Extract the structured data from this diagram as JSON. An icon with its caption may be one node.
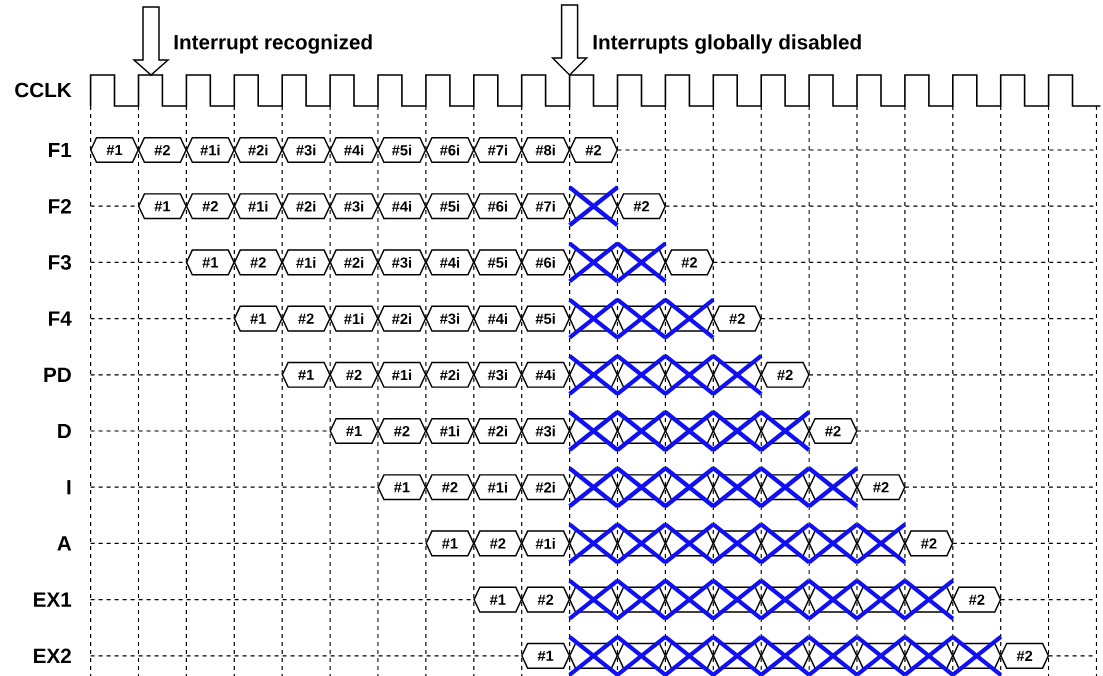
{
  "diagram": {
    "nodes": [
      {
        "text": [
          "#1"
        ]
      },
      {
        "text": [
          "#2"
        ]
      },
      {
        "text": [
          "#1i"
        ]
      },
      {
        "text": [
          "#2i"
        ]
      },
      {
        "text": [
          "#3i"
        ]
      },
      {
        "text": [
          "#4i"
        ]
      },
      {
        "text": [
          "#5i"
        ]
      },
      {
        "text": [
          "#6i"
        ]
      },
      {
        "text": [
          "#7i"
        ]
      },
      {
        "text": [
          "#8i"
        ]
      },
      {
        "text": [
          "#2"
        ]
      },
      {
        "text": [
          "#1"
        ]
      },
      {
        "text": [
          "#2"
        ]
      },
      {
        "text": [
          "#1i"
        ]
      },
      {
        "text": [
          "#2i"
        ]
      },
      {
        "text": [
          "#3i"
        ]
      },
      {
        "text": [
          "#4i"
        ]
      },
      {
        "text": [
          "#5i"
        ]
      },
      {
        "text": [
          "#6i"
        ]
      },
      {
        "text": [
          "#7i"
        ]
      },
      {
        "text": [],
        "shape": "hexagon"
      },
      {
        "text": [
          "#2"
        ]
      },
      {
        "text": [
          "#1"
        ]
      },
      {
        "text": [
          "#2"
        ]
      },
      {
        "text": [
          "#1i"
        ]
      },
      {
        "text": [
          "#2i"
        ]
      },
      {
        "text": [
          "#3i"
        ]
      },
      {
        "text": [
          "#4i"
        ]
      },
      {
        "text": [
          "#5i"
        ]
      },
      {
        "text": [
          "#6i"
        ]
      },
      {
        "text": [],
        "shape": "hexagon"
      },
      {
        "text": [],
        "shape": "hexagon"
      },
      {
        "text": [
          "#2"
        ]
      },
      {
        "text": [
          "#1"
        ]
      },
      {
        "text": [
          "#2"
        ]
      },
      {
        "text": [
          "#1i"
        ]
      },
      {
        "text": [
          "#2i"
        ]
      },
      {
        "text": [
          "#3i"
        ]
      },
      {
        "text": [
          "#4i"
        ]
      },
      {
        "text": [
          "#5i"
        ]
      },
      {
        "text": [],
        "shape": "hexagon"
      },
      {
        "text": [],
        "shape": "hexagon"
      },
      {
        "text": [],
        "shape": "hexagon"
      },
      {
        "text": [
          "#2"
        ]
      },
      {
        "text": [
          "#1"
        ]
      },
      {
        "text": [
          "#2"
        ]
      },
      {
        "text": [
          "#1i"
        ]
      },
      {
        "text": [
          "#2i"
        ]
      },
      {
        "text": [
          "#3i"
        ]
      },
      {
        "text": [
          "#4i"
        ]
      },
      {
        "text": [],
        "shape": "hexagon"
      },
      {
        "text": [],
        "shape": "hexagon"
      },
      {
        "text": [],
        "shape": "hexagon"
      },
      {
        "text": [],
        "shape": "hexagon"
      },
      {
        "text": [
          "#2"
        ]
      },
      {
        "text": [
          "#1"
        ]
      },
      {
        "text": [
          "#2"
        ]
      },
      {
        "text": [
          "#1i"
        ]
      },
      {
        "text": [
          "#2i"
        ]
      },
      {
        "text": [
          "#3i"
        ]
      },
      {
        "text": [],
        "shape": "hexagon"
      },
      {
        "text": [],
        "shape": "hexagon"
      },
      {
        "text": [],
        "shape": "hexagon"
      },
      {
        "text": [],
        "shape": "hexagon"
      },
      {
        "text": [],
        "shape": "hexagon"
      },
      {
        "text": [
          "#2"
        ]
      },
      {
        "text": [
          "#1"
        ]
      },
      {
        "text": [
          "#2"
        ]
      },
      {
        "text": [
          "#1i"
        ]
      },
      {
        "text": [
          "#2i"
        ]
      },
      {
        "text": [],
        "shape": "hexagon"
      },
      {
        "text": [],
        "shape": "hexagon"
      },
      {
        "text": [],
        "shape": "hexagon"
      },
      {
        "text": [],
        "shape": "hexagon"
      },
      {
        "text": [],
        "shape": "hexagon"
      },
      {
        "text": [],
        "shape": "hexagon"
      },
      {
        "text": [
          "#2"
        ]
      },
      {
        "text": [
          "#1"
        ]
      },
      {
        "text": [
          "#2"
        ]
      },
      {
        "text": [
          "#1i"
        ]
      },
      {
        "text": [],
        "shape": "hexagon"
      },
      {
        "text": [],
        "shape": "hexagon"
      },
      {
        "text": [],
        "shape": "hexagon"
      },
      {
        "text": [],
        "shape": "hexagon"
      },
      {
        "text": [],
        "shape": "hexagon"
      },
      {
        "text": [],
        "shape": "hexagon"
      },
      {
        "text": [],
        "shape": "hexagon"
      },
      {
        "text": [
          "#2"
        ]
      },
      {
        "text": [
          "#1"
        ]
      },
      {
        "text": [
          "#2"
        ]
      },
      {
        "text": [],
        "shape": "hexagon"
      },
      {
        "text": [],
        "shape": "hexagon"
      },
      {
        "text": [],
        "shape": "hexagon"
      },
      {
        "text": [],
        "shape": "hexagon"
      },
      {
        "text": [],
        "shape": "hexagon"
      },
      {
        "text": [],
        "shape": "hexagon"
      },
      {
        "text": [],
        "shape": "hexagon"
      },
      {
        "text": [],
        "shape": "hexagon"
      },
      {
        "text": [
          "#2"
        ]
      },
      {
        "text": [
          "#1"
        ]
      },
      {
        "text": [],
        "shape": "hexagon"
      },
      {
        "text": [],
        "shape": "hexagon"
      },
      {
        "text": [],
        "shape": "hexagon"
      },
      {
        "text": [],
        "shape": "hexagon"
      },
      {
        "text": [],
        "shape": "hexagon"
      },
      {
        "text": [],
        "shape": "hexagon"
      },
      {
        "text": [],
        "shape": "hexagon"
      },
      {
        "text": [],
        "shape": "hexagon"
      },
      {
        "text": [],
        "shape": "hexagon"
      },
      {
        "text": [
          "#2"
        ]
      }
    ],
    "labels": [
      "Interrupt recognized",
      "Interrupts globally disabled",
      "CCLK",
      "F1",
      "F2",
      "F3",
      "F4",
      "PD",
      "D",
      "I",
      "A",
      "EX1",
      "EX2"
    ]
  }
}
